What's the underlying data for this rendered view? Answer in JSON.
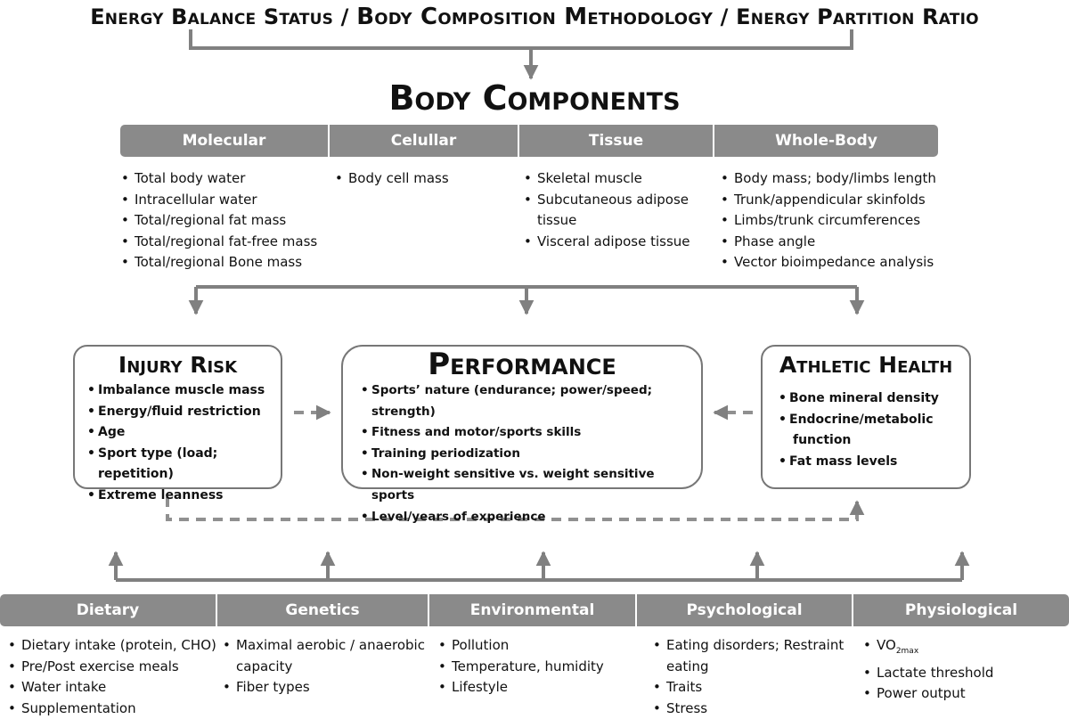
{
  "header": {
    "top_title_parts": [
      "Energy Balance Status",
      " / ",
      "Body Composition Methodology",
      " / ",
      "Energy Partition Ratio"
    ],
    "main_title": "Body Components"
  },
  "components": {
    "headers": [
      "Molecular",
      "Celullar",
      "Tissue",
      "Whole-Body"
    ],
    "molecular": [
      "Total body water",
      "Intracellular water",
      "Total/regional fat mass",
      "Total/regional fat-free mass",
      "Total/regional Bone mass"
    ],
    "cellular": [
      "Body cell mass"
    ],
    "tissue": [
      "Skeletal muscle",
      "Subcutaneous adipose",
      "tissue",
      "Visceral adipose tissue"
    ],
    "whole_body": [
      "Body mass; body/limbs length",
      "Trunk/appendicular skinfolds",
      "Limbs/trunk circumferences",
      "Phase angle",
      "Vector bioimpedance analysis"
    ]
  },
  "outcomes": {
    "injury": {
      "title": "Injury Risk",
      "items": [
        "Imbalance muscle mass",
        "Energy/fluid restriction",
        "Age",
        "Sport type (load; repetition)",
        "Extreme leanness"
      ]
    },
    "performance": {
      "title": "Performance",
      "items": [
        "Sports’ nature (endurance; power/speed; strength)",
        "Fitness and motor/sports skills",
        "Training periodization",
        "Non-weight sensitive vs. weight sensitive sports",
        "Level/years of experience"
      ]
    },
    "health": {
      "title": "Athletic Health",
      "items": [
        "Bone mineral density",
        "Endocrine/metabolic",
        "function",
        "Fat mass levels"
      ]
    }
  },
  "factors": {
    "headers": [
      "Dietary",
      "Genetics",
      "Environmental",
      "Psychological",
      "Physiological"
    ],
    "dietary": [
      "Dietary intake (protein, CHO)",
      "Pre/Post exercise meals",
      "Water intake",
      "Supplementation"
    ],
    "genetics": [
      "Maximal aerobic / anaerobic",
      "capacity",
      "Fiber types"
    ],
    "environmental": [
      "Pollution",
      "Temperature, humidity",
      "Lifestyle"
    ],
    "psychological": [
      "Eating disorders; Restraint",
      "eating",
      "Traits",
      "Stress"
    ],
    "physiological": {
      "vo2": "VO",
      "vo2_sub": "2max",
      "others": [
        "Lactate threshold",
        "Power output"
      ]
    }
  }
}
